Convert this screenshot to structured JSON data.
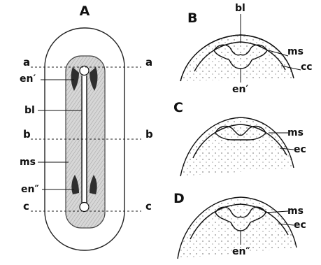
{
  "panels": {
    "A": "A",
    "B": "B",
    "C": "C",
    "D": "D"
  },
  "panel_A": {
    "section_lines": [
      {
        "left": "a",
        "right": "a"
      },
      {
        "left": "b",
        "right": "b"
      },
      {
        "left": "c",
        "right": "c"
      }
    ],
    "labels": {
      "en_prime": "en′",
      "bl": "bl",
      "ms": "ms",
      "en_double_prime": "en″"
    }
  },
  "panel_B": {
    "top": "bl",
    "ms": "ms",
    "ec": "cc",
    "en": "en′"
  },
  "panel_C": {
    "ms": "ms",
    "ec": "ec"
  },
  "panel_D": {
    "ms": "ms",
    "ec": "ec",
    "en": "en″"
  }
}
